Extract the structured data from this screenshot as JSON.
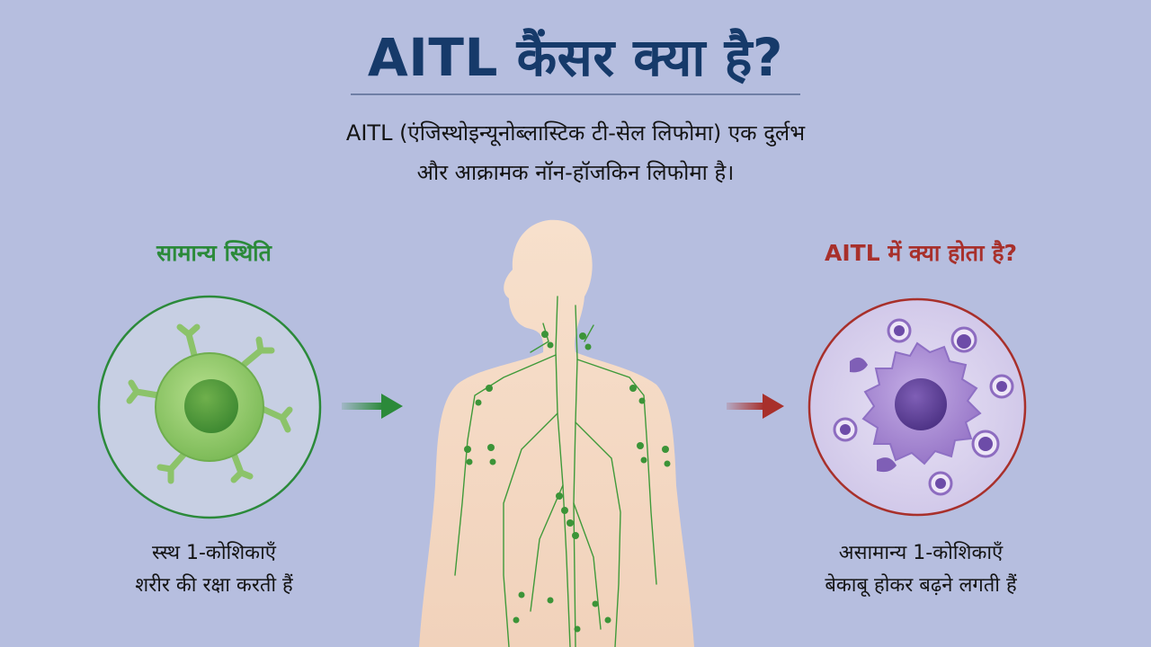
{
  "title": "AITL कैंसर क्या है?",
  "subtitle": {
    "line1": "AITL (एंजिस्थोइन्यूनोब्लास्टिक टी-सेल लिफोमा) एक दुर्लभ",
    "line2": "और आक्रामक नॉन-हॉजकिन लिफोमा है।"
  },
  "normal_panel": {
    "heading": "सामान्य स्थिति",
    "caption_line1": "स्स्थ 1-कोशिकाएँ",
    "caption_line2": "शरीर की रक्षा करती हैं",
    "color": "#2b8a3a"
  },
  "aitl_panel": {
    "heading": "AITL में क्या होता है?",
    "caption_line1": "असामान्य 1-कोशिकाएँ",
    "caption_line2": "बेकाबू होकर बढ़ने लगती हैं",
    "color": "#a8302b"
  },
  "colors": {
    "background": "#b6bedf",
    "title": "#163a6a",
    "healthy_cell": "#8fc96a",
    "abnormal_cell": "#a78bd3",
    "body_skin": "#f5dcc8",
    "lymph": "#3f9a3a"
  },
  "icons": [
    "healthy-t-cell",
    "abnormal-t-cell",
    "human-lymphatic-system",
    "arrow-right"
  ]
}
